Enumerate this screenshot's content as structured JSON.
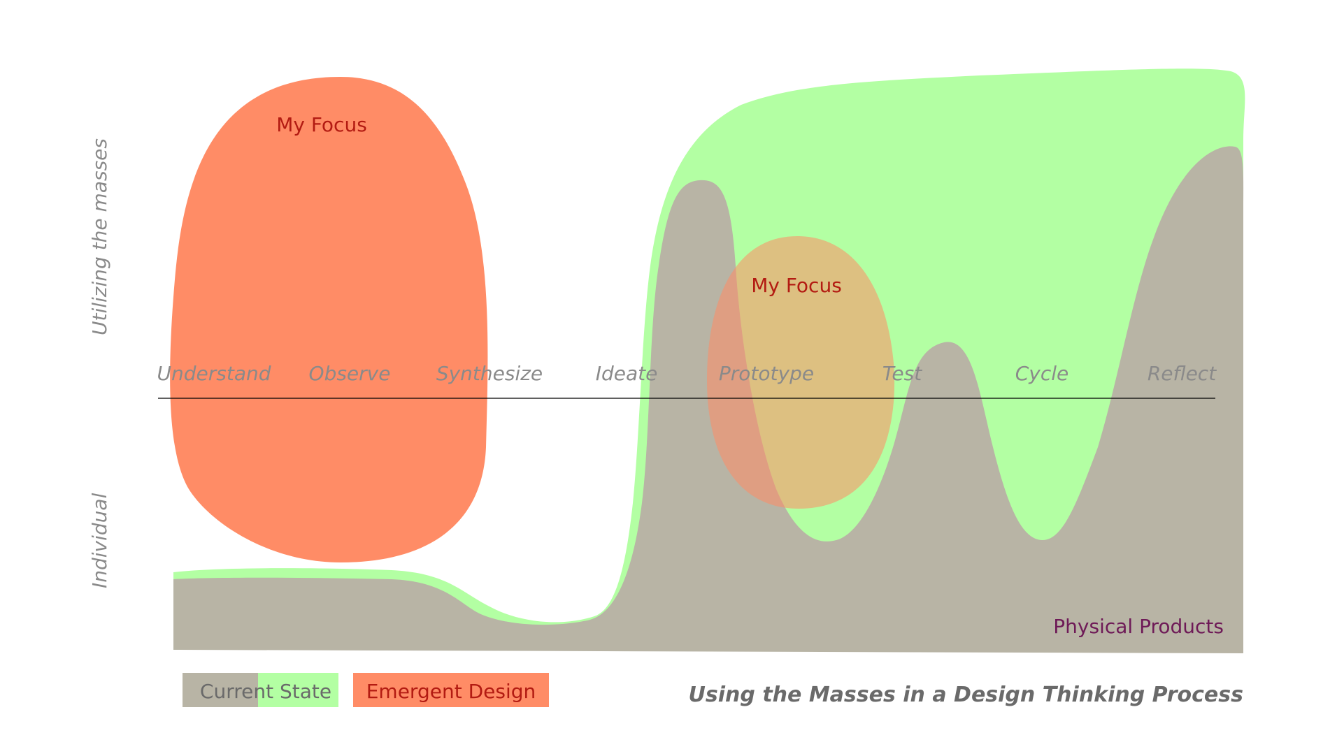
{
  "title": "Using the Masses in a Design Thinking Process",
  "axis": {
    "top_label": "Utilizing the masses",
    "bottom_label": "Individual"
  },
  "phases": [
    "Understand",
    "Observe",
    "Synthesize",
    "Ideate",
    "Prototype",
    "Test",
    "Cycle",
    "Reflect"
  ],
  "focus_labels": {
    "left": "My Focus",
    "center": "My Focus"
  },
  "area_label": "Physical Products",
  "legend": {
    "current_state": "Current State",
    "emergent_design": "Emergent Design"
  },
  "colors": {
    "current_state_gray": "#b8b4a5",
    "current_state_green": "#b3ffa3",
    "emergent_design": "#ff8c66",
    "emergent_design_overlay": "#e79a6b",
    "axis_line": "#000000",
    "label_gray": "#8a8a8a",
    "focus_red": "#b31b12",
    "products_purple": "#6e1a57"
  }
}
